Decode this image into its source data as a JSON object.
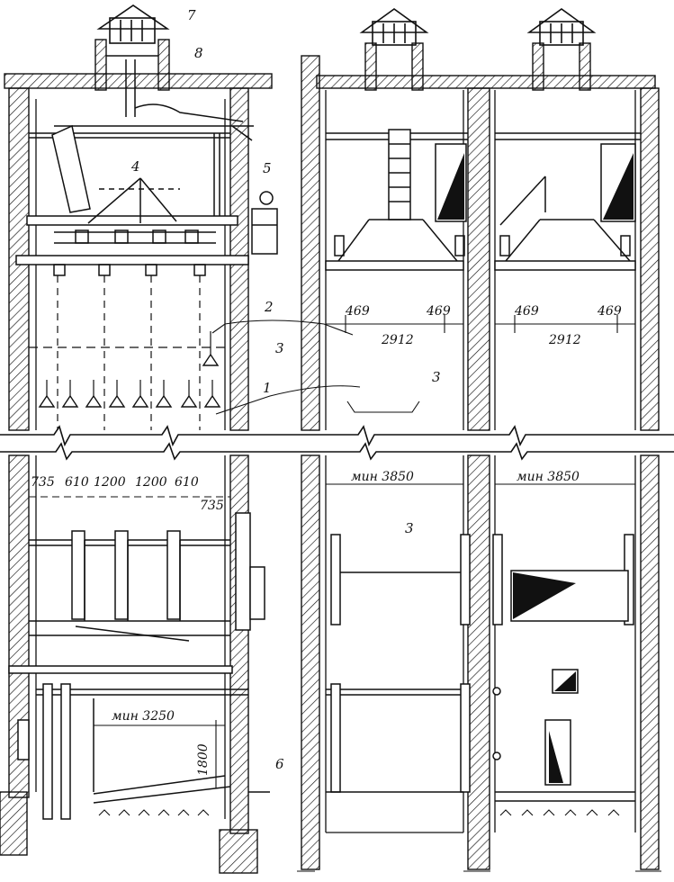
{
  "labels": {
    "l1": "1",
    "l2": "2",
    "l3a": "3",
    "l3b": "3",
    "l3c": "3",
    "l4": "4",
    "l5": "5",
    "l6": "6",
    "l7": "7",
    "l8": "8"
  },
  "dimensions": {
    "d469a": "469",
    "d469b": "469",
    "d469c": "469",
    "d469d": "469",
    "d2912a": "2912",
    "d2912b": "2912",
    "d735a": "735",
    "d610a": "610",
    "d1200a": "1200",
    "d1200b": "1200",
    "d610b": "610",
    "d735b": "735",
    "min3850a": "мин 3850",
    "min3850b": "мин 3850",
    "min3250": "мин 3250",
    "d1800": "1800"
  },
  "colors": {
    "ink": "#111111",
    "paper": "#ffffff"
  }
}
